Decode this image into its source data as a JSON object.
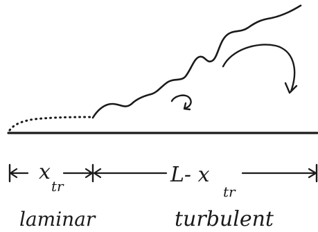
{
  "diagram": {
    "labels": {
      "laminar_length_main": "x",
      "laminar_length_sub": "tr",
      "turbulent_length_main": "L- x",
      "turbulent_length_sub": "tr",
      "laminar_region": "laminar",
      "turbulent_region": "turbulent"
    },
    "colors": {
      "ink": "#1a1a1a",
      "background": "#ffffff"
    }
  }
}
